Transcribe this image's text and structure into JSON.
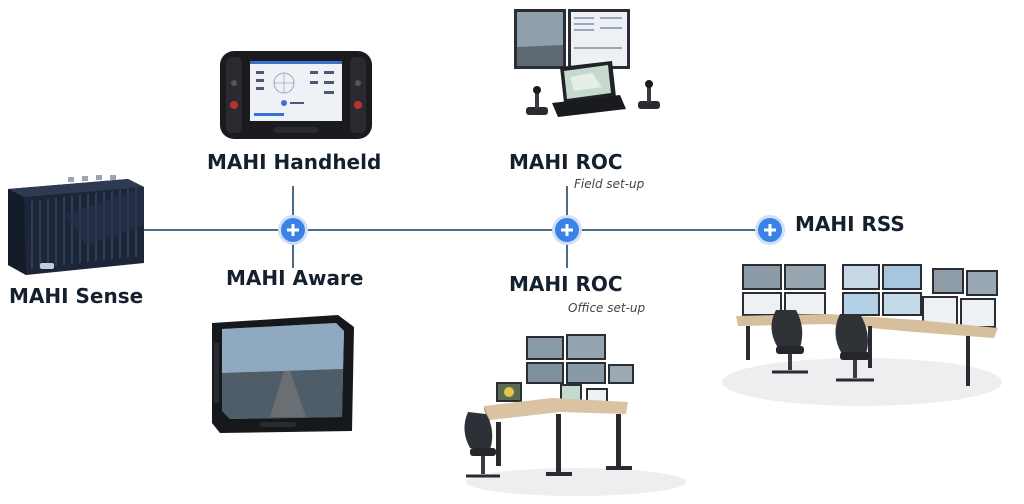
{
  "nodes": {
    "sense": {
      "label": "MAHI Sense"
    },
    "handheld": {
      "label": "MAHI Handheld"
    },
    "aware": {
      "label": "MAHI Aware"
    },
    "roc_field": {
      "label": "MAHI ROC",
      "sublabel": "Field set-up"
    },
    "roc_office": {
      "label": "MAHI ROC",
      "sublabel": "Office set-up"
    },
    "rss": {
      "label": "MAHI RSS"
    }
  },
  "connector_icon": "plus-icon",
  "colors": {
    "line": "#4a6b8a",
    "node": "#3b82e6",
    "label": "#14202e"
  }
}
